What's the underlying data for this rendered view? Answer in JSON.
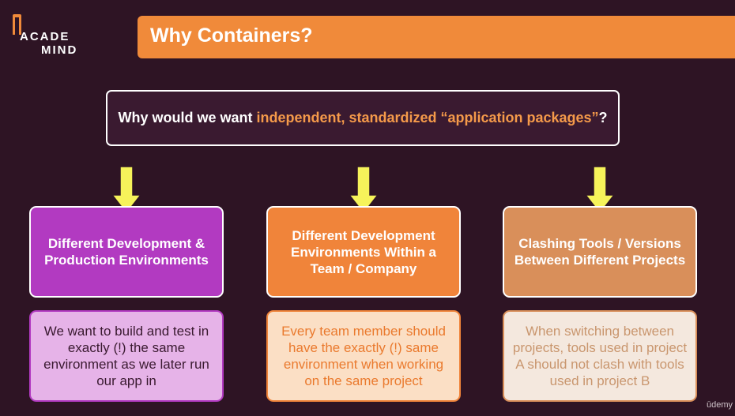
{
  "logo": {
    "line1": "ACADE",
    "line2": "MIND"
  },
  "title": "Why Containers?",
  "question": {
    "prefix": "Why would we want ",
    "highlight": "independent, standardized “application packages”",
    "suffix": "?"
  },
  "columns": [
    {
      "heading": "Different Development & Production Environments",
      "description": "We want to build and test in exactly (!) the same environment as we later run our app in"
    },
    {
      "heading": "Different Development Environments Within a Team / Company",
      "description": "Every team member should have the exactly (!) same environment when working on the same project"
    },
    {
      "heading": "Clashing Tools / Versions Between Different Projects",
      "description": "When switching between projects, tools used in project A should not clash with tools used in project B"
    }
  ],
  "colors": {
    "background": "#2e1424",
    "accent_orange": "#f08a3a",
    "purple": "#b23ac1",
    "tan": "#d98f5a",
    "arrow_yellow": "#f6f35a"
  },
  "watermark": "ūdemy"
}
